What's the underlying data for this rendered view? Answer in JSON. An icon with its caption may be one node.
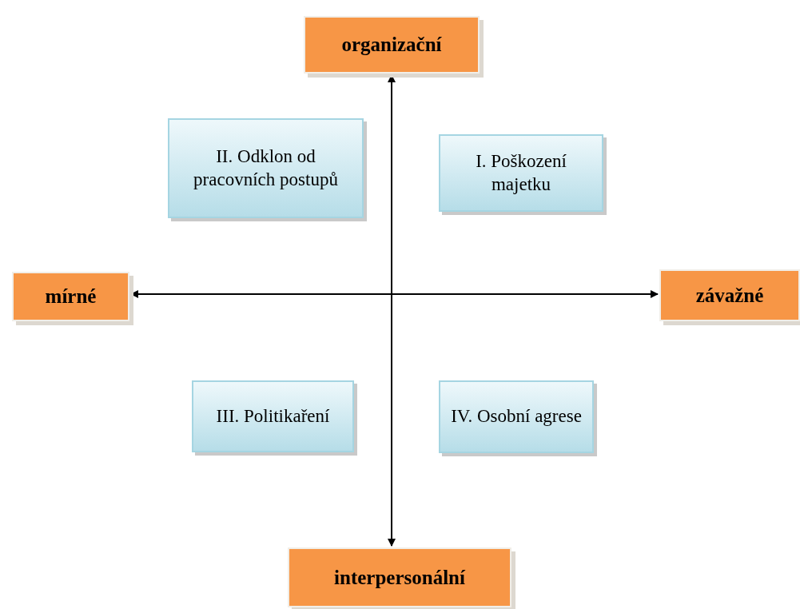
{
  "diagram": {
    "nodes": [
      {
        "text": [
          "organizační"
        ]
      },
      {
        "text": [
          "II. Odklon od pracovních postupů"
        ]
      },
      {
        "text": [
          "I. Poškození majetku"
        ]
      },
      {
        "text": [
          "mírné"
        ]
      },
      {
        "text": [
          "závažné"
        ]
      },
      {
        "text": [
          "III. Politikaření"
        ]
      },
      {
        "text": [
          "IV. Osobní agrese"
        ]
      },
      {
        "text": [
          "interpersonální"
        ]
      }
    ],
    "edges": [
      {
        "from": 0,
        "to": 7,
        "arrow": "both"
      },
      {
        "from": 3,
        "to": 4,
        "arrow": "both"
      }
    ]
  }
}
